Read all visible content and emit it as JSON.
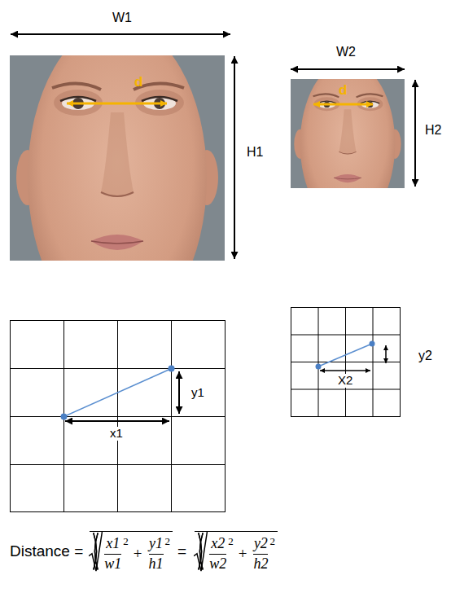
{
  "diagram": {
    "labels": [
      "W1",
      "d",
      "H1",
      "W2",
      "d",
      "H2",
      "y1",
      "x1",
      "y2",
      "X2",
      "Distance =",
      "x1",
      "w1",
      "2",
      "+",
      "y1",
      "h1",
      "2",
      "=",
      "x2",
      "w2",
      "2",
      "+",
      "y2",
      "h2",
      "2"
    ]
  }
}
